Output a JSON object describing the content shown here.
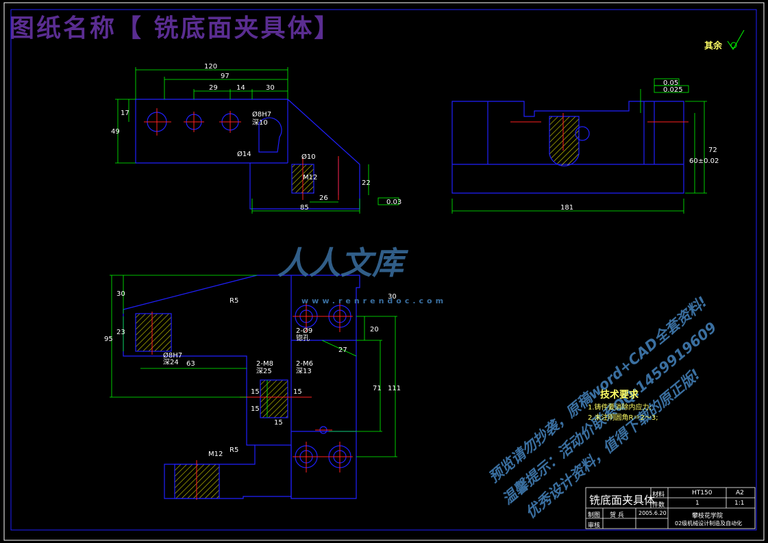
{
  "drawing_title": "图纸名称【 铣底面夹具体】",
  "roughness_note": "其余",
  "watermark": {
    "logo_text": "人人文库",
    "url": "www.renrendoc.com",
    "lines": [
      "预览请勿抄袭，原稿word+CAD全套资料!",
      "温馨提示：活动价联系QQ:1459919609",
      "优秀设计资料，值得下载的原正版!"
    ]
  },
  "tech_requirements": {
    "heading": "技术要求",
    "items": [
      "1.铸件要消除内应力;",
      "2.未注明圆角R＝2～3;"
    ]
  },
  "title_block": {
    "part_name": "铣底面夹具体",
    "material_label": "材料",
    "material": "HT150",
    "sheet_size": "A2",
    "qty_label": "件数",
    "qty": "1",
    "scale": "1:1",
    "drawn_label": "制图",
    "drawn_by": "贺 兵",
    "date": "2005.6.20",
    "check_label": "审核",
    "school": "攀枝花学院",
    "dept": "02级机械设计制造及自动化"
  },
  "dimensions": {
    "top_left": [
      "120",
      "97",
      "29",
      "14",
      "30",
      "17",
      "49",
      "Ø8H7",
      "深10",
      "Ø14",
      "Ø10",
      "M12",
      "22",
      "26",
      "85",
      "0.03"
    ],
    "top_right": [
      "0.05",
      "0.025",
      "72",
      "60±0.02",
      "181"
    ],
    "bottom": [
      "30",
      "R5",
      "23",
      "95",
      "Ø8H7",
      "深24",
      "63",
      "30",
      "2-Ø9",
      "锪孔",
      "27",
      "20",
      "2-M8",
      "深25",
      "2-M6",
      "深13",
      "15",
      "15",
      "15",
      "15",
      "71",
      "111",
      "R5",
      "M12"
    ]
  },
  "colors": {
    "outline": "#2020ff",
    "dimension": "#00ff00",
    "center": "#ff2020",
    "hatch": "#ffff00",
    "title": "#5a2d91",
    "watermark": "#3a6fa0"
  }
}
